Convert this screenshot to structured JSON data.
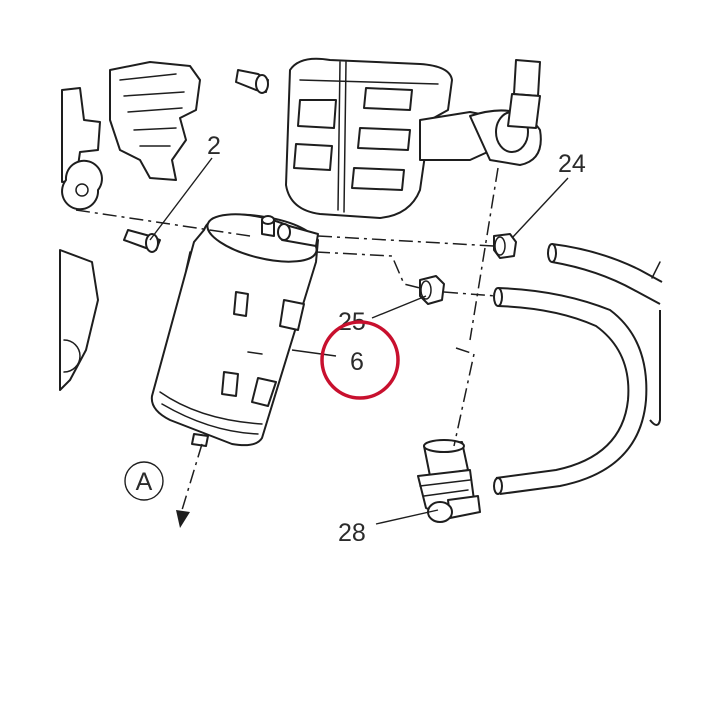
{
  "diagram": {
    "callouts": {
      "c2": "2",
      "c24": "24",
      "c25": "25",
      "c6": "6",
      "c28": "28",
      "detail_a": "A"
    },
    "highlight_color": "#c8102e",
    "line_color": "#1e1e1e",
    "background_color": "#ffffff"
  }
}
